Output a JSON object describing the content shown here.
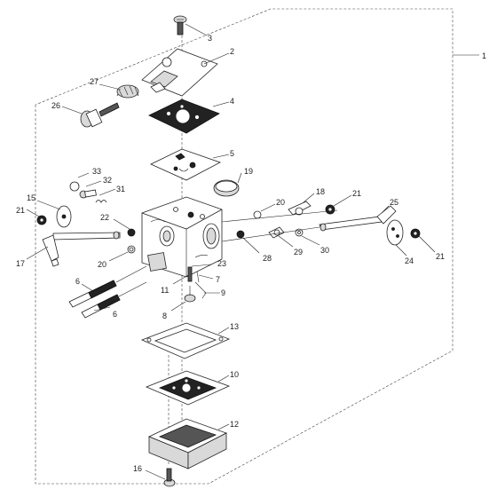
{
  "callouts": {
    "c1": "1",
    "c2": "2",
    "c3": "3",
    "c4": "4",
    "c5": "5",
    "c6a": "6",
    "c6b": "6",
    "c7": "7",
    "c8": "8",
    "c9": "9",
    "c10": "10",
    "c11": "11",
    "c12": "12",
    "c13": "13",
    "c15": "15",
    "c16": "16",
    "c17": "17",
    "c18": "18",
    "c19": "19",
    "c20a": "20",
    "c20b": "20",
    "c21a": "21",
    "c21b": "21",
    "c21c": "21",
    "c22": "22",
    "c23": "23",
    "c24": "24",
    "c25": "25",
    "c26": "26",
    "c27": "27",
    "c28": "28",
    "c29": "29",
    "c30": "30",
    "c31": "31",
    "c32": "32",
    "c33": "33"
  }
}
